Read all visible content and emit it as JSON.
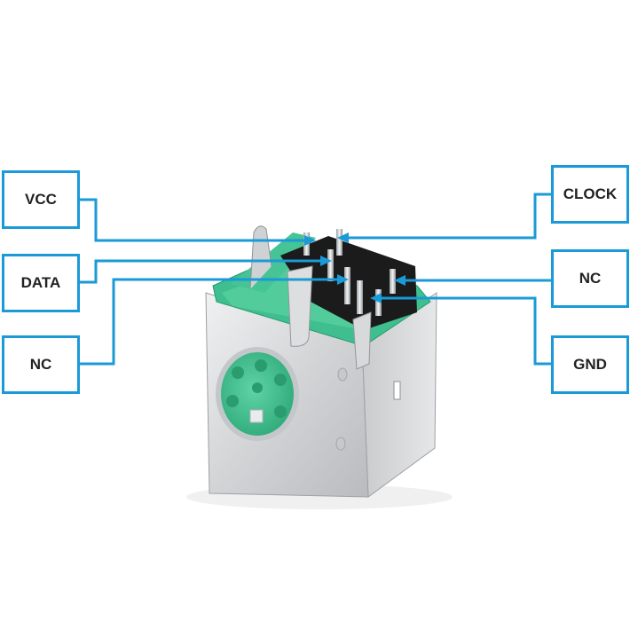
{
  "pins": {
    "vcc": "VCC",
    "data": "DATA",
    "nc_left": "NC",
    "clock": "CLOCK",
    "nc_right": "NC",
    "gnd": "GND"
  },
  "colors": {
    "connector_green": "#3fbf8f",
    "metal_shell": "#d4d6d8",
    "leader_line": "#1a9ad6"
  }
}
